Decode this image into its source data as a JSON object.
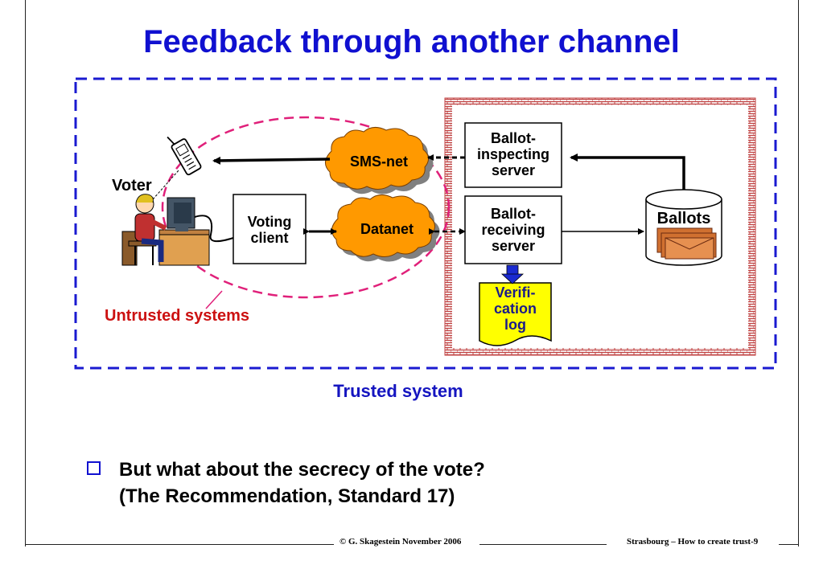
{
  "slide": {
    "title": "Feedback through another channel"
  },
  "diagram": {
    "voter_label": "Voter",
    "voting_client_label": "Voting\nclient",
    "sms_net_label": "SMS-net",
    "datanet_label": "Datanet",
    "ballot_inspecting_label": "Ballot-\ninspecting\nserver",
    "ballot_receiving_label": "Ballot-\nreceiving\nserver",
    "ballots_label": "Ballots",
    "verification_log_label": "Verifi-\ncation\nlog",
    "untrusted_label": "Untrusted systems",
    "trusted_label": "Trusted system"
  },
  "bullets": [
    {
      "line1": "But what about the secrecy of the vote?",
      "line2": "(The Recommendation, Standard 17)"
    }
  ],
  "footer": {
    "center": "© G. Skagestein November 2006",
    "right": "Strasbourg – How to create trust-9"
  },
  "colors": {
    "title": "#1010d0",
    "trusted_border": "#1a1ad0",
    "untrusted_ellipse": "#e0207a",
    "untrusted_text": "#cc1111",
    "cloud_fill": "#ff9900",
    "log_fill": "#ffff00",
    "brick": "#c04040"
  }
}
